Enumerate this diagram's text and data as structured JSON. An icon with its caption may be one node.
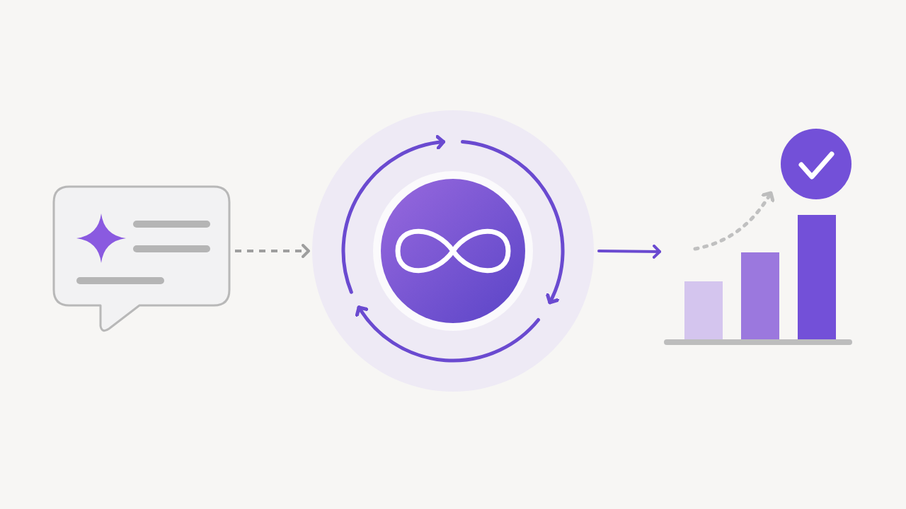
{
  "diagram": {
    "nodes": [
      {
        "text": [],
        "shape": "picture"
      },
      {
        "text": [],
        "shape": "picture"
      },
      {
        "text": [],
        "shape": "picture"
      }
    ],
    "edges": [
      {
        "from": 0,
        "to": 1,
        "arrow": "to",
        "style": "dashed",
        "color": "#9e9e9e"
      },
      {
        "from": 1,
        "to": 2,
        "arrow": "to",
        "color": "#6a4ad0"
      }
    ]
  }
}
